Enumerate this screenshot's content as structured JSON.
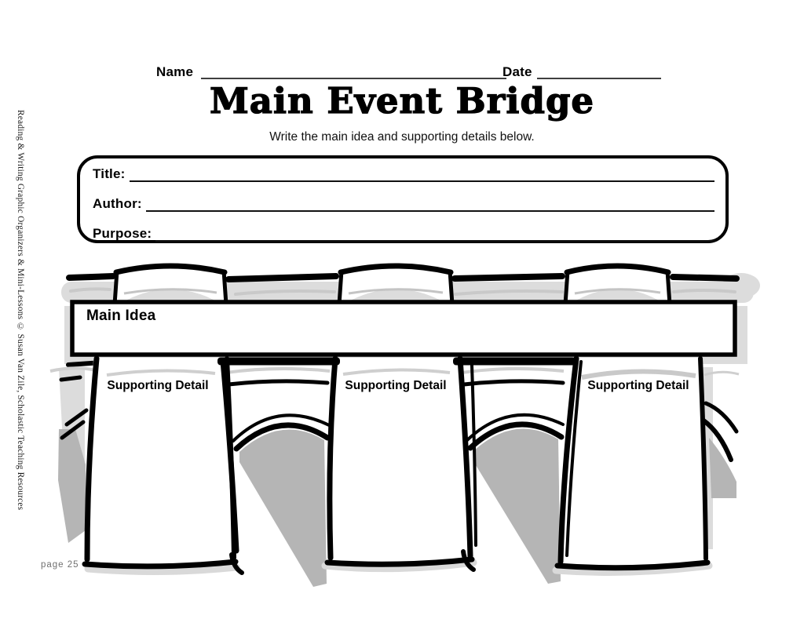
{
  "page": {
    "title": "Main Event Bridge",
    "subtitle": "Write the main idea and supporting details below."
  },
  "header": {
    "name_label": "Name",
    "date_label": "Date"
  },
  "info_box": {
    "title_label": "Title:",
    "author_label": "Author:",
    "purpose_label": "Purpose:"
  },
  "organizer": {
    "main_idea_label": "Main Idea",
    "supporting_details": [
      "Supporting Detail",
      "Supporting Detail",
      "Supporting Detail"
    ]
  },
  "footer": {
    "page_number": "page 25",
    "credit": "Reading & Writing Graphic Organizers & Mini-Lessons © Susan Van Zile, Scholastic Teaching Resources"
  },
  "colors": {
    "ink": "#000000",
    "shadow_light": "#dcdcdc",
    "shadow_mid": "#b5b5b5",
    "page_number_gray": "#707070"
  }
}
